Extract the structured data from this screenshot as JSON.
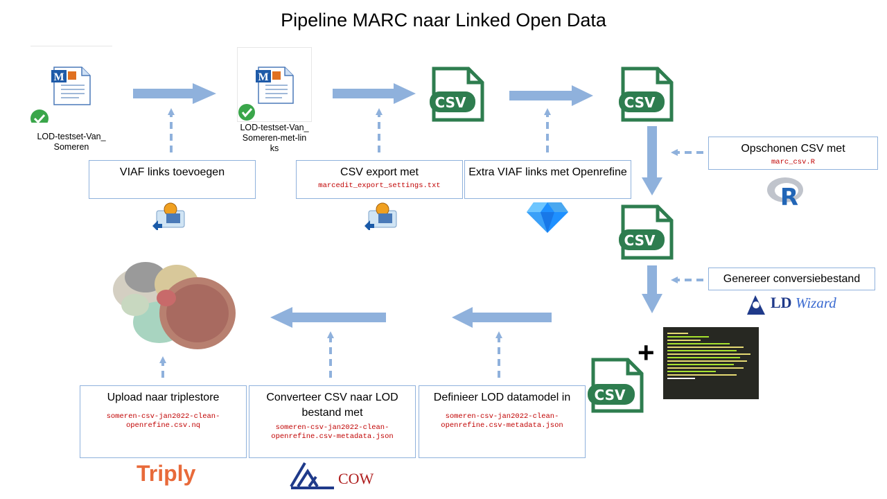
{
  "title": "Pipeline MARC naar Linked Open Data",
  "files": {
    "file1": [
      "LOD-testset-Van_",
      "Someren"
    ],
    "file2": [
      "LOD-testset-Van_",
      "Someren-met-lin",
      "ks"
    ]
  },
  "csv_label": "CSV",
  "boxes": {
    "viaf": {
      "title": "VIAF links toevoegen"
    },
    "csv_export": {
      "title": "CSV export met",
      "mono": "marcedit_export_settings.txt"
    },
    "extra_viaf": {
      "title": "Extra VIAF links met Openrefine"
    },
    "opschonen": {
      "title": "Opschonen CSV met",
      "mono": "marc_csv.R"
    },
    "genereer": {
      "title": "Genereer conversiebestand"
    },
    "upload": {
      "title": "Upload naar triplestore",
      "mono": "someren-csv-jan2022-clean-openrefine.csv.nq"
    },
    "converteer": {
      "title": "Converteer CSV naar LOD bestand met",
      "mono": "someren-csv-jan2022-clean-openrefine.csv-metadata.json"
    },
    "definieer": {
      "title": "Definieer LOD datamodel in",
      "mono": "someren-csv-jan2022-clean-openrefine.csv-metadata.json"
    }
  },
  "logos": {
    "r": "R",
    "ldwizard": {
      "ld": "LD",
      "wizard": "Wizard"
    },
    "triply": "Triply",
    "cow": "COW"
  },
  "plus": "+",
  "colors": {
    "arrow": "#8fb1dc",
    "csv_green": "#2e7d4f",
    "mono_red": "#c00000"
  }
}
